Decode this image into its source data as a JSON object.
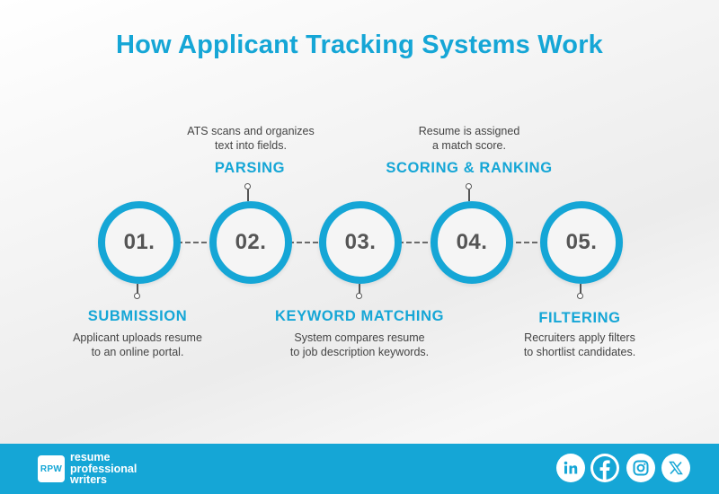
{
  "title": "How Applicant Tracking Systems Work",
  "steps": [
    {
      "number": "01.",
      "title": "SUBMISSION",
      "desc_line1": "Applicant uploads resume",
      "desc_line2": "to an online portal."
    },
    {
      "number": "02.",
      "title": "PARSING",
      "desc_line1": "ATS scans and organizes",
      "desc_line2": "text into fields."
    },
    {
      "number": "03.",
      "title": "KEYWORD MATCHING",
      "desc_line1": "System compares resume",
      "desc_line2": "to job description keywords."
    },
    {
      "number": "04.",
      "title": "SCORING & RANKING",
      "desc_line1": "Resume is assigned",
      "desc_line2": "a match score."
    },
    {
      "number": "05.",
      "title": "FILTERING",
      "desc_line1": "Recruiters apply filters",
      "desc_line2": "to shortlist candidates."
    }
  ],
  "footer": {
    "logo_badge": "RPW",
    "brand_line1": "resume",
    "brand_line2": "professional",
    "brand_line3": "writers",
    "social_icons": [
      "linkedin-icon",
      "facebook-icon",
      "instagram-icon",
      "x-icon"
    ]
  },
  "colors": {
    "accent": "#15a6d6",
    "text": "#444444",
    "number": "#555555"
  }
}
